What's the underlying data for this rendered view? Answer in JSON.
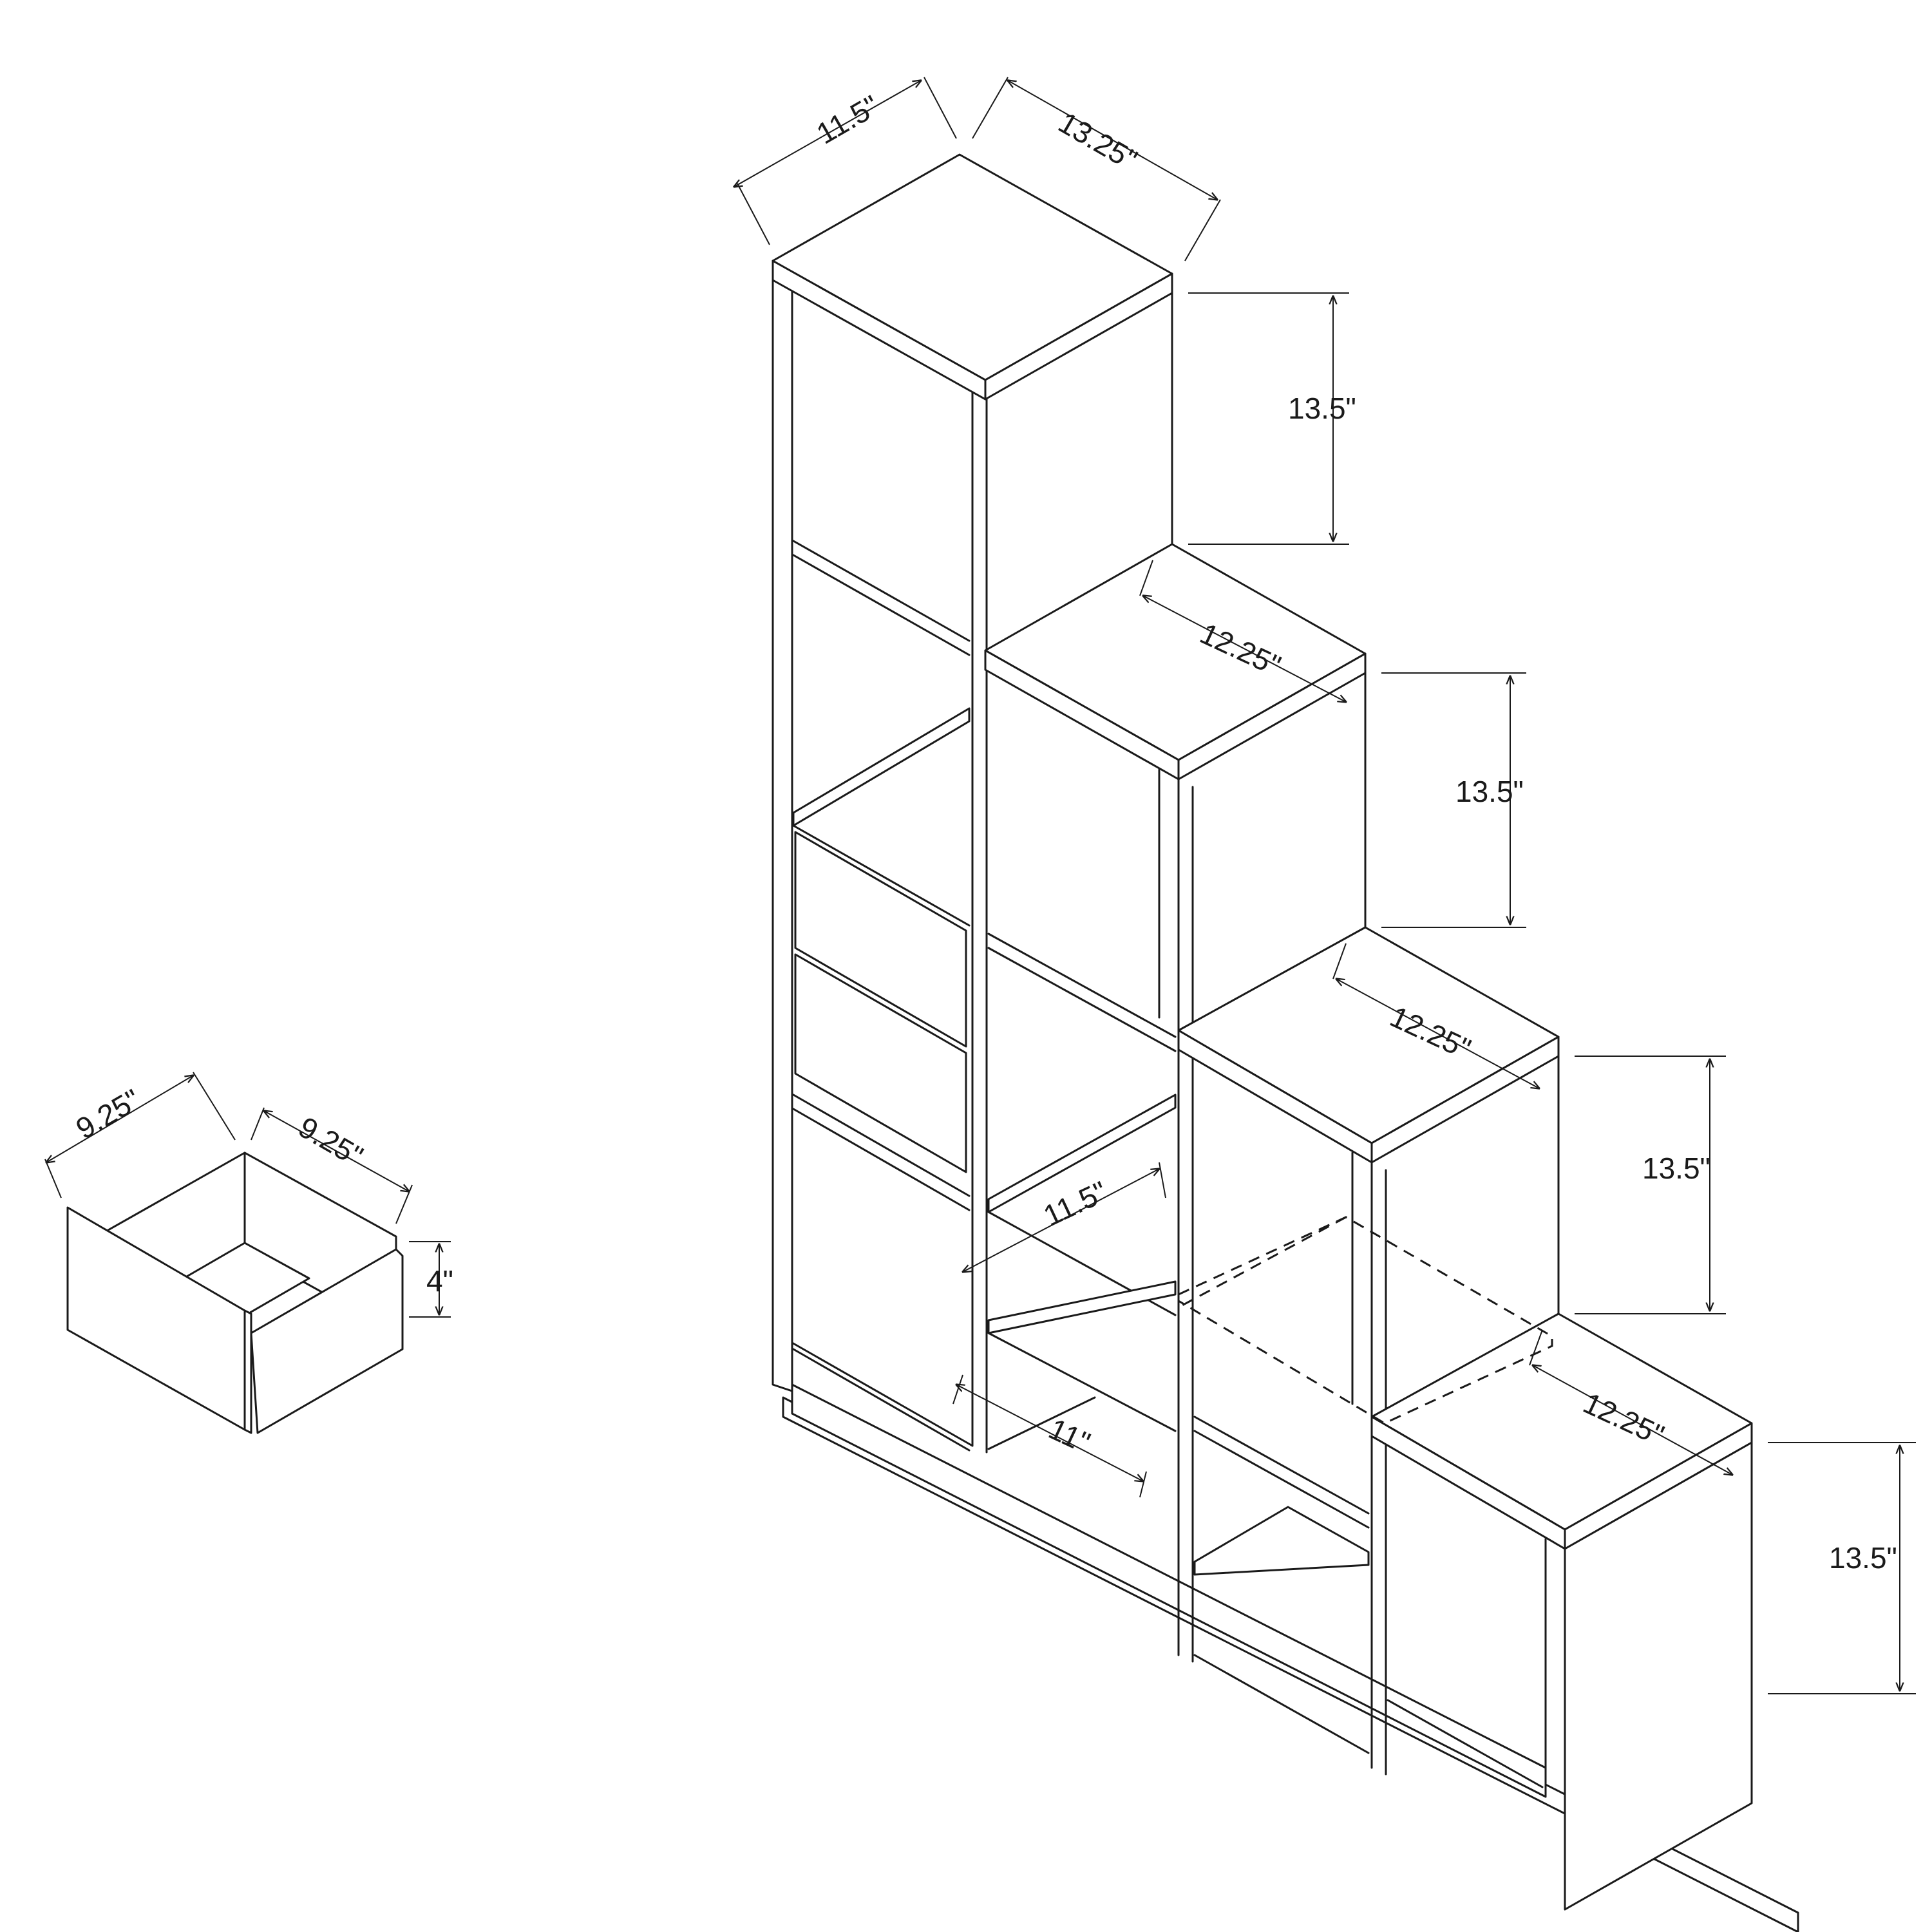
{
  "colors": {
    "line": "#1a1a1a",
    "background": "#ffffff"
  },
  "shelf": {
    "top_depth": "11.5\"",
    "top_width": "13.25\"",
    "tiers": [
      {
        "height": "13.5\""
      },
      {
        "height": "13.5\"",
        "step_depth": "12.25\""
      },
      {
        "height": "13.5\"",
        "step_depth": "12.25\""
      },
      {
        "height": "13.5\"",
        "step_depth": "12.25\""
      }
    ],
    "cubby_depth": "11.5\"",
    "cubby_width": "11\""
  },
  "drawer": {
    "width": "9.25\"",
    "depth": "9.25\"",
    "height": "4\""
  }
}
